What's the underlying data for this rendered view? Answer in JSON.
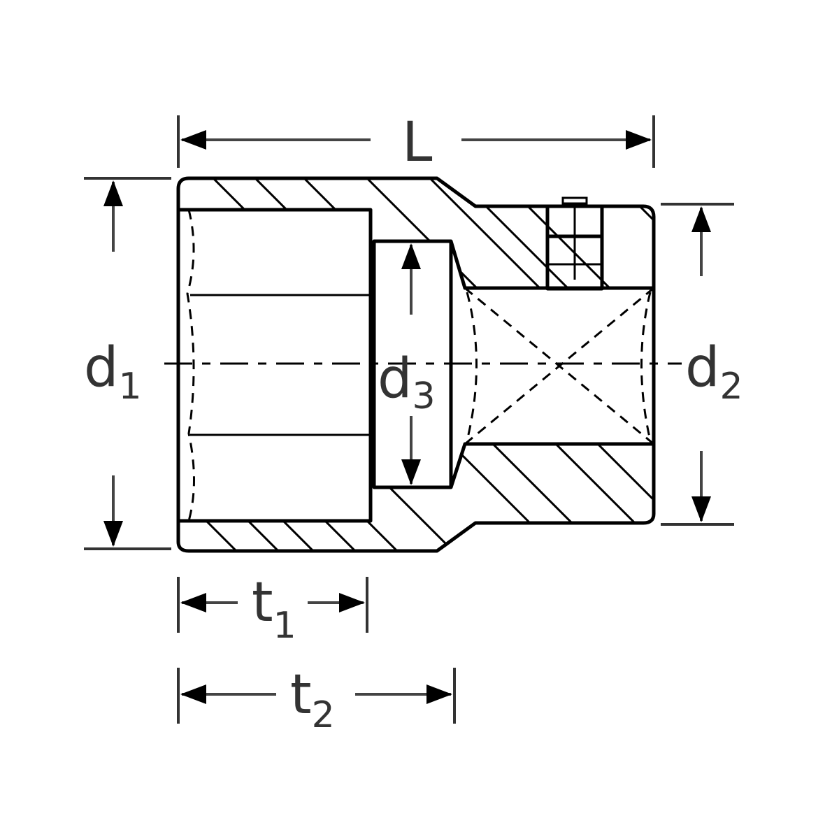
{
  "diagram": {
    "type": "socket cross-section technical drawing",
    "labels": {
      "L": "L",
      "d1_main": "d",
      "d1_sub": "1",
      "d2_main": "d",
      "d2_sub": "2",
      "d3_main": "d",
      "d3_sub": "3",
      "t1_main": "t",
      "t1_sub": "1",
      "t2_main": "t",
      "t2_sub": "2"
    },
    "colors": {
      "outline": "#000000",
      "dimension": "#444444",
      "background": "#ffffff"
    }
  }
}
